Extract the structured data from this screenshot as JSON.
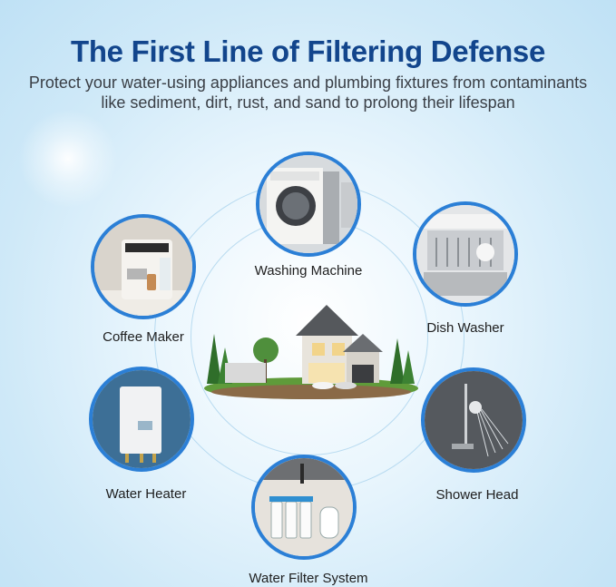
{
  "header": {
    "title": "The First Line of Filtering Defense",
    "subtitle_line1": "Protect your water-using appliances and plumbing fixtures from contaminants",
    "subtitle_line2": "like sediment, dirt, rust, and sand to prolong their lifespan"
  },
  "appliances": [
    {
      "label": "Washing Machine",
      "icon": "washing-machine-icon"
    },
    {
      "label": "Coffee Maker",
      "icon": "coffee-maker-icon"
    },
    {
      "label": "Dish Washer",
      "icon": "dish-washer-icon"
    },
    {
      "label": "Water Heater",
      "icon": "water-heater-icon"
    },
    {
      "label": "Shower Head",
      "icon": "shower-head-icon"
    },
    {
      "label": "Water Filter System",
      "icon": "water-filter-system-icon"
    }
  ],
  "colors": {
    "title": "#12458c",
    "ring": "#2b7fd6"
  }
}
